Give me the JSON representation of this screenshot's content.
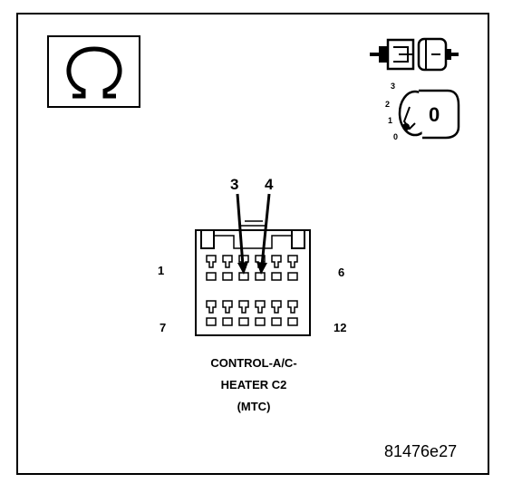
{
  "meter_symbol": "Ω",
  "ignition_switch": {
    "positions": [
      "0",
      "1",
      "2",
      "3"
    ],
    "key_letter": "0"
  },
  "connector": {
    "callouts": [
      "3",
      "4"
    ],
    "pin_labels": {
      "top_left": "1",
      "top_right": "6",
      "bottom_left": "7",
      "bottom_right": "12"
    },
    "caption_lines": [
      "CONTROL-A/C-",
      "HEATER C2",
      "(MTC)"
    ]
  },
  "figure_id": "81476e27",
  "colors": {
    "ink": "#000000",
    "paper": "#ffffff"
  }
}
